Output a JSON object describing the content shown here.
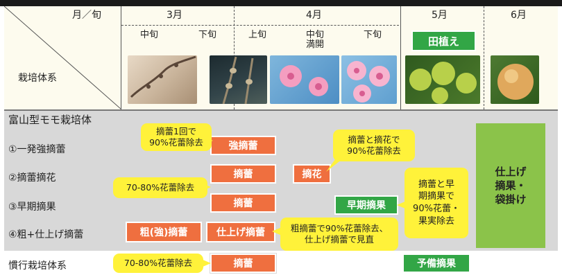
{
  "header": {
    "corner_top": "月／旬",
    "corner_bottom": "栽培体系",
    "months": [
      "3月",
      "4月",
      "5月",
      "6月"
    ],
    "periods": [
      "中旬",
      "下旬",
      "上旬",
      "中旬",
      "満開",
      "下旬"
    ],
    "rice_planting": "田植え"
  },
  "section_title": "富山型モモ栽培体",
  "rows": [
    "①一発強摘蕾",
    "②摘蕾摘花",
    "③早期摘果",
    "④粗+仕上げ摘蕾",
    "慣行栽培体系"
  ],
  "orange_boxes": {
    "strong_disbud": "強摘蕾",
    "disbud_2": "摘蕾",
    "flower_thin": "摘花",
    "disbud_3": "摘蕾",
    "rough_disbud": "粗(強)摘蕾",
    "finish_disbud": "仕上げ摘蕾",
    "disbud_conv": "摘蕾"
  },
  "green_boxes": {
    "early_fruit_thin": "早期摘果",
    "prelim_fruit_thin": "予備摘果",
    "final": "仕上げ\n摘果・\n袋掛け"
  },
  "callouts": {
    "one_time": "摘蕾1回で\n90%花蕾除去",
    "disbud_flower": "摘蕾と摘花で\n90%花蕾除去",
    "pct_70_80_a": "70-80%花蕾除去",
    "early": "摘蕾と早\n期摘果で\n90%花蕾・\n果実除去",
    "rough_finish": "粗摘蕾で90%花蕾除去、\n仕上げ摘蕾で見直",
    "pct_70_80_b": "70-80%花蕾除去"
  },
  "colors": {
    "orange": "#ef6f3f",
    "green": "#32a646",
    "light_green": "#8bc34a",
    "yellow": "#fff23a",
    "gray_band": "#d8d8d8",
    "header_bg": "#fdfbee"
  }
}
